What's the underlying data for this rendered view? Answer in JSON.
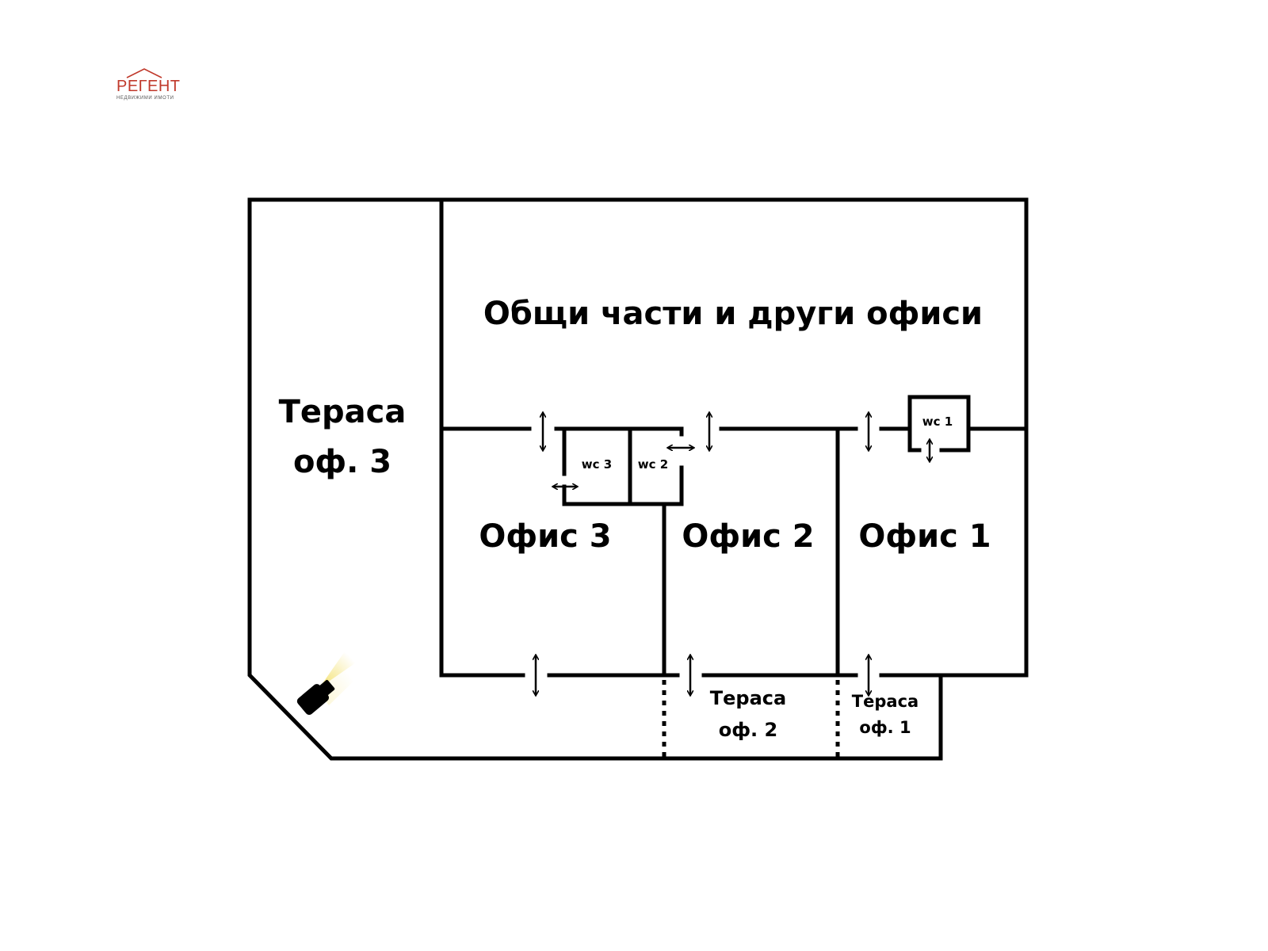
{
  "logo": {
    "name": "РЕГЕНТ",
    "tagline": "НЕДВИЖИМИ ИМОТИ",
    "color": "#c0392b"
  },
  "rooms": {
    "common_areas": "Общи части и други офиси",
    "terrace_3_line1": "Тераса",
    "terrace_3_line2": "оф. 3",
    "office_3": "Офис 3",
    "office_2": "Офис 2",
    "office_1": "Офис 1",
    "wc_3": "wc 3",
    "wc_2": "wc 2",
    "wc_1": "wc 1",
    "terrace_2_line1": "Тераса",
    "terrace_2_line2": "оф. 2",
    "terrace_1_line1": "Тераса",
    "terrace_1_line2": "оф. 1"
  },
  "icons": {
    "camera": "camera-icon",
    "door": "door-arrow-icon"
  }
}
